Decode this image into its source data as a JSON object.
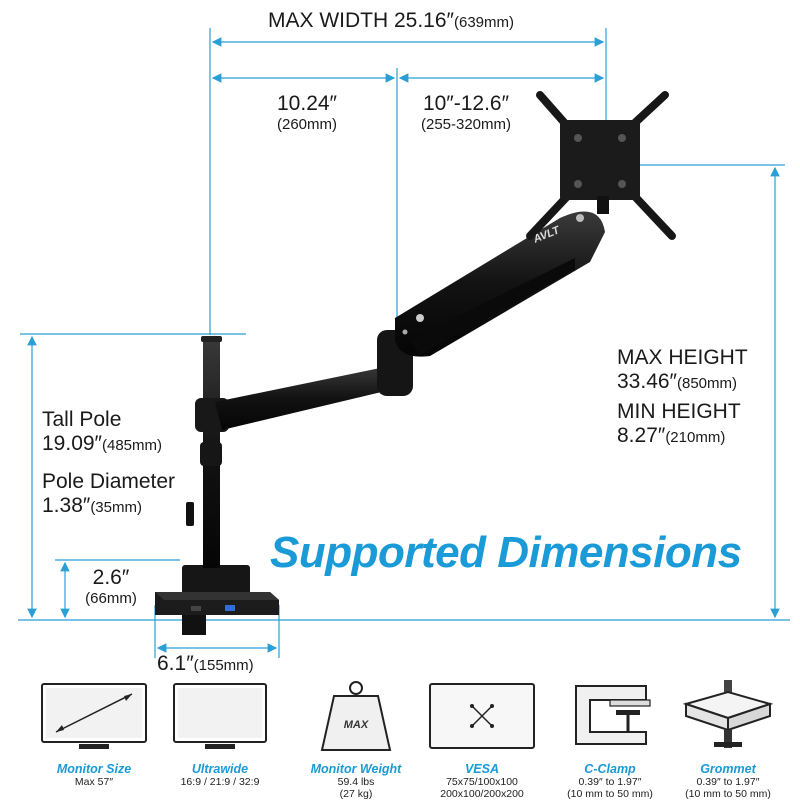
{
  "dimensions": {
    "max_width": "MAX WIDTH 25.16″",
    "max_width_mm": "(639mm)",
    "arm1": "10.24″",
    "arm1_mm": "(260mm)",
    "arm2": "10″-12.6″",
    "arm2_mm": "(255-320mm)",
    "max_height_label": "MAX HEIGHT",
    "max_height": "33.46″",
    "max_height_mm": "(850mm)",
    "min_height_label": "MIN HEIGHT",
    "min_height": "8.27″",
    "min_height_mm": "(210mm)",
    "tall_pole_label": "Tall Pole",
    "tall_pole": "19.09″",
    "tall_pole_mm": "(485mm)",
    "pole_diameter_label": "Pole Diameter",
    "pole_diameter": "1.38″",
    "pole_diameter_mm": "(35mm)",
    "base_height": "2.6″",
    "base_height_mm": "(66mm)",
    "base_width": "6.1″",
    "base_width_mm": "(155mm)"
  },
  "title": "Supported Dimensions",
  "brand": "AVLT",
  "weight_badge": "MAX",
  "features": [
    {
      "title": "Monitor Size",
      "line1": "Max 57″",
      "line2": "",
      "icon": "monitor-size-icon"
    },
    {
      "title": "Ultrawide",
      "line1": "16:9 / 21:9 / 32:9",
      "line2": "",
      "icon": "ultrawide-icon"
    },
    {
      "title": "Monitor Weight",
      "line1": "59.4 lbs",
      "line2": "(27 kg)",
      "icon": "weight-icon"
    },
    {
      "title": "VESA",
      "line1": "75x75/100x100",
      "line2": "200x100/200x200",
      "icon": "vesa-icon"
    },
    {
      "title": "C-Clamp",
      "line1": "0.39″ to 1.97″",
      "line2": "(10 mm to 50 mm)",
      "icon": "c-clamp-icon"
    },
    {
      "title": "Grommet",
      "line1": "0.39″ to 1.97″",
      "line2": "(10 mm to 50 mm)",
      "icon": "grommet-icon"
    }
  ],
  "colors": {
    "accent": "#1a9ad6",
    "arm": "#141414",
    "dimension_line": "#2a9fd6"
  }
}
